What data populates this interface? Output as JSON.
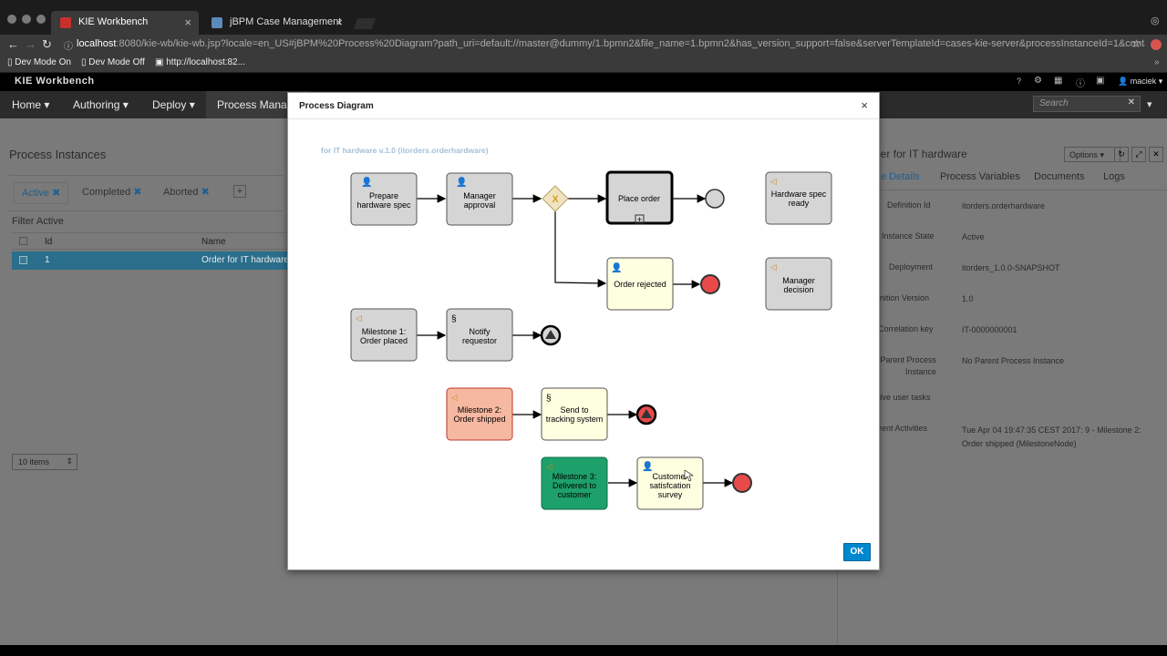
{
  "browser": {
    "tabs": [
      {
        "label": "KIE Workbench",
        "active": true
      },
      {
        "label": "jBPM Case Management",
        "active": false
      }
    ],
    "url_host": "localhost",
    "url_rest": ":8080/kie-wb/kie-wb.jsp?locale=en_US#jBPM%20Process%20Diagram?path_uri=default://master@dummy/1.bpmn2&file_name=1.bpmn2&has_version_support=false&serverTemplateId=cases-kie-server&processInstanceId=1&containe...",
    "bookmarks": [
      "Dev Mode On",
      "Dev Mode Off",
      "http://localhost:82..."
    ]
  },
  "workbench": {
    "title": "KIE Workbench",
    "user": "maciek",
    "nav": [
      "Home",
      "Authoring",
      "Deploy",
      "Process Manage"
    ],
    "search_placeholder": "Search"
  },
  "left": {
    "title": "Process Instances",
    "chips": [
      "Active",
      "Completed",
      "Aborted"
    ],
    "filter_label": "Filter Active",
    "columns": [
      "Id",
      "Name"
    ],
    "rows": [
      {
        "id": "1",
        "name": "Order for IT hardware"
      }
    ],
    "page_size": "10 items"
  },
  "right": {
    "title": "der for IT hardware",
    "options_label": "Options",
    "tabs": [
      "e Details",
      "Process Variables",
      "Documents",
      "Logs"
    ],
    "fields": [
      {
        "label": "Definition Id",
        "value": "itorders.orderhardware"
      },
      {
        "label": "Instance State",
        "value": "Active"
      },
      {
        "label": "Deployment",
        "value": "itorders_1.0.0-SNAPSHOT"
      },
      {
        "label": "inition Version",
        "value": "1.0"
      },
      {
        "label": "Correlation key",
        "value": "IT-0000000001"
      },
      {
        "label": "Parent Process Instance",
        "value": "No Parent Process Instance"
      },
      {
        "label": "tive user tasks",
        "value": ""
      },
      {
        "label": "rrent Activities",
        "value": "Tue Apr 04 19:47:35 CEST 2017: 9 - Milestone 2: Order shipped (MilestoneNode)"
      }
    ]
  },
  "modal": {
    "title": "Process Diagram",
    "ok_label": "OK",
    "diagram_title": "for IT hardware v.1.0 (itorders.orderhardware)",
    "nodes": {
      "prepare": "Prepare|hardware spec",
      "approval": "Manager|approval",
      "place": "Place order",
      "rejected": "Order rejected",
      "hwready": "Hardware spec|ready",
      "mgrdecision": "Manager|decision",
      "m1": "Milestone 1:|Order placed",
      "notify": "Notify|requestor",
      "m2": "Milestone 2:|Order shipped",
      "tracking": "Send to|tracking system",
      "m3": "Milestone 3:|Delivered to|customer",
      "survey": "Customer|satisfcation|survey"
    }
  },
  "colors": {
    "accent": "#0088ce",
    "milestone_active": "#f6b8a0",
    "milestone_done": "#1ea06a",
    "task_pending": "#fefee0"
  }
}
